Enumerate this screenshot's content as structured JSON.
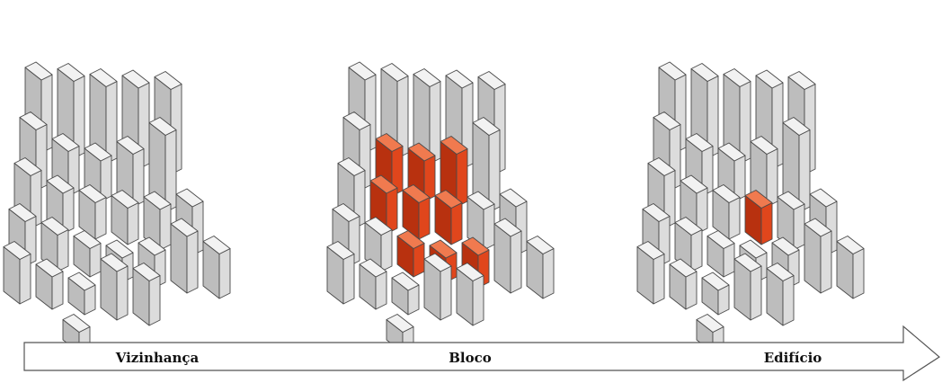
{
  "stages": [
    {
      "id": "vizinhanca",
      "label": "Vizinhança",
      "highlight_count": 0
    },
    {
      "id": "bloco",
      "label": "Bloco",
      "highlight_count": 9
    },
    {
      "id": "edificio",
      "label": "Edifício",
      "highlight_count": 1
    }
  ],
  "colors": {
    "building_top": "#f2f2f2",
    "building_left": "#bdbdbd",
    "building_right": "#dcdcdc",
    "highlight_top": "#f07a4f",
    "highlight_left": "#b8310f",
    "highlight_right": "#e0461c",
    "outline": "#4a4a4a",
    "arrow_fill": "#ffffff",
    "arrow_stroke": "#555555"
  }
}
